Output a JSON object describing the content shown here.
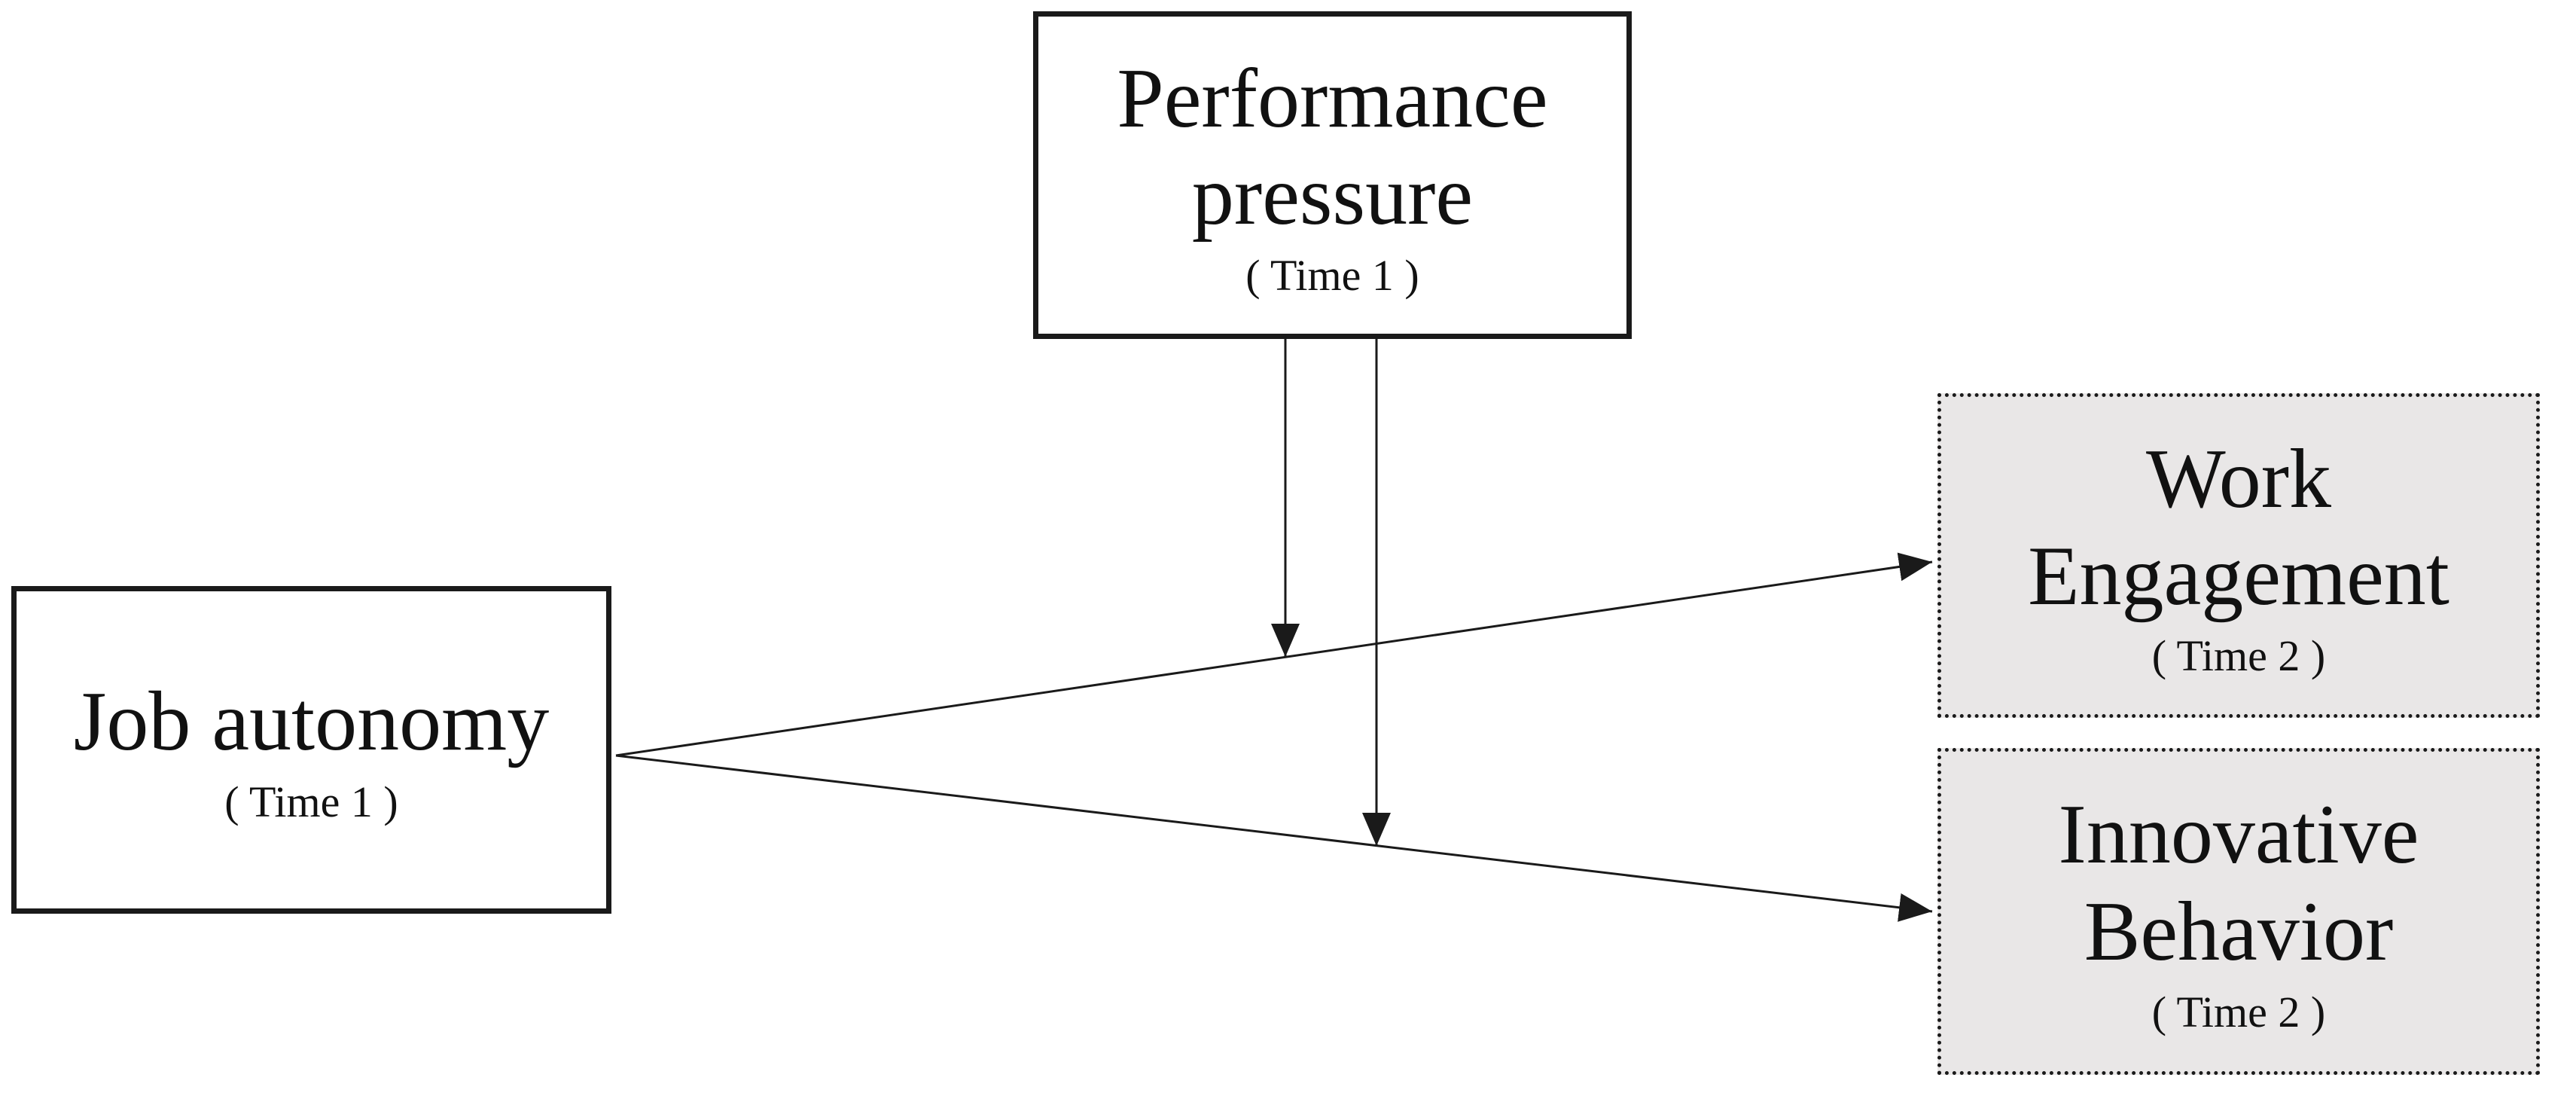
{
  "figure": {
    "type": "path-model-diagram",
    "background_color": "#ffffff",
    "line_color": "#1a1a1a",
    "gray_box_fill": "#e9e7e7",
    "boxes": {
      "performance_pressure": {
        "line1": "Performance",
        "line2": "pressure",
        "time": "( Time 1 )",
        "border_style": "solid",
        "fill": "#ffffff"
      },
      "job_autonomy": {
        "line1": "Job autonomy",
        "time": "( Time 1 )",
        "border_style": "solid",
        "fill": "#ffffff"
      },
      "work_engagement": {
        "line1": "Work",
        "line2": "Engagement",
        "time": "( Time 2 )",
        "border_style": "dotted",
        "fill": "#e9e7e7"
      },
      "innovative_behavior": {
        "line1": "Innovative",
        "line2": "Behavior",
        "time": "( Time 2 )",
        "border_style": "dotted",
        "fill": "#e9e7e7"
      }
    },
    "relations": [
      {
        "from": "Job autonomy",
        "to": "Work Engagement",
        "kind": "direct-arrow"
      },
      {
        "from": "Job autonomy",
        "to": "Innovative Behavior",
        "kind": "direct-arrow"
      },
      {
        "from": "Performance pressure",
        "onto": "Job autonomy to Work Engagement path",
        "kind": "moderation-arrow"
      },
      {
        "from": "Performance pressure",
        "onto": "Job autonomy to Innovative Behavior path",
        "kind": "moderation-arrow"
      }
    ]
  }
}
